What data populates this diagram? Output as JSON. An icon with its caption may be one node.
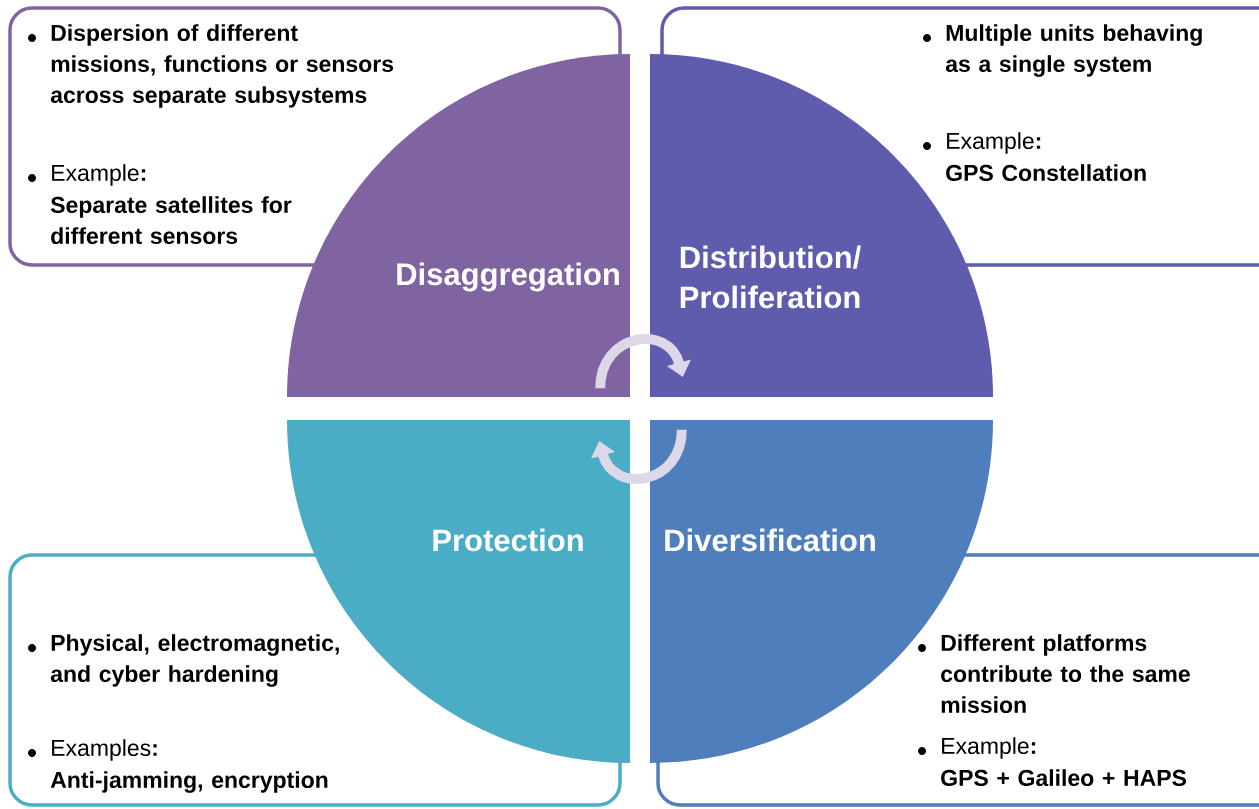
{
  "diagram": {
    "nodes": [
      {
        "text": [
          "Disaggregation"
        ]
      },
      {
        "text": [
          "Distribution/ Proliferation"
        ]
      },
      {
        "text": [
          "Protection"
        ]
      },
      {
        "text": [
          "Diversification"
        ]
      },
      {
        "text": [
          "Dispersion of different missions, functions or sensors across separate subsystems",
          "Example**:**",
          "Separate satellites for different sensors"
        ]
      },
      {
        "text": [
          "Multiple units behaving as a single system",
          "Example**:**",
          "GPS Constellation"
        ]
      },
      {
        "text": [
          "Physical, electromagnetic, and cyber hardening",
          "Examples**:**",
          "Anti-jamming, encryption"
        ]
      },
      {
        "text": [
          "Different platforms contribute to the same mission",
          "Example**:**",
          "GPS + Galileo + HAPS"
        ]
      }
    ],
    "edges": [
      {
        "from": 0,
        "to": 1,
        "arrow": "to"
      },
      {
        "from": 3,
        "to": 2,
        "arrow": "to"
      }
    ]
  }
}
